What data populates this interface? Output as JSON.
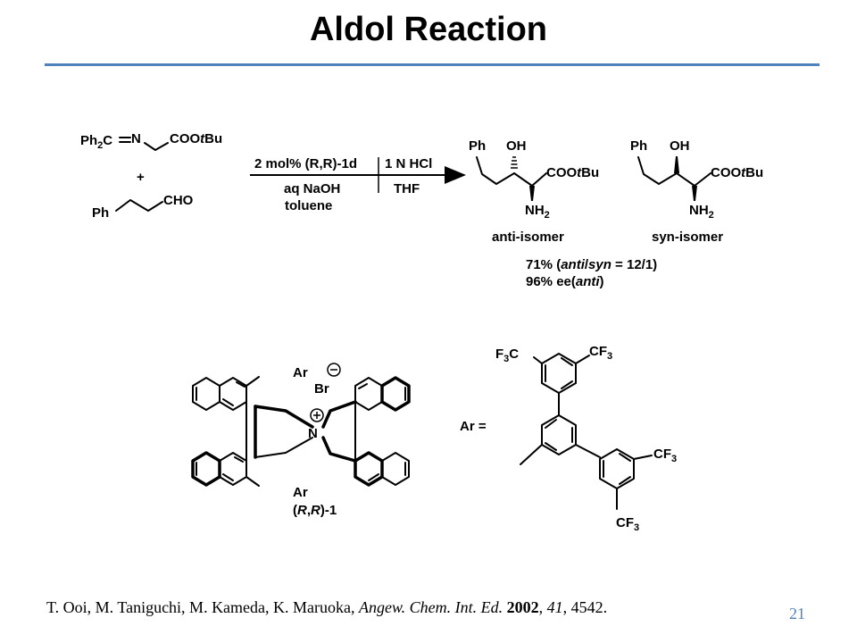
{
  "slide": {
    "title": "Aldol Reaction",
    "accent_color": "#4f81bd",
    "page_number": "21"
  },
  "citation": {
    "authors": "T. Ooi, M. Taniguchi, M. Kameda, K. Maruoka, ",
    "journal": "Angew. Chem. Int. Ed.",
    "year": "2002",
    "volume": "41",
    "pages": "4542."
  },
  "scheme": {
    "reactant1_ph2": "Ph",
    "reactant1_c": "C",
    "reactant1_n": "N",
    "reactant1_ester": "COO",
    "tbu_t": "t",
    "tbu_bu": "Bu",
    "plus": "+",
    "reactant2_ph": "Ph",
    "reactant2_cho": "CHO",
    "cond1_above": "2 mol% (R,R)-1d",
    "cond1_below_1": "aq NaOH",
    "cond1_below_2": "toluene",
    "cond2_above": "1 N HCl",
    "cond2_below": "THF",
    "ph": "Ph",
    "oh": "OH",
    "nh2": "NH",
    "anti_label": "anti-isomer",
    "syn_label": "syn-isomer",
    "yield_prefix": "71% (",
    "yield_anti": "anti",
    "yield_slash": "/",
    "yield_syn": "syn",
    "yield_ratio": " = 12/1)",
    "ee_text": "96% ee(",
    "ee_anti": "anti",
    "ee_close": ")"
  },
  "catalyst": {
    "ar": "Ar",
    "br": "Br",
    "n": "N",
    "name_open": "(",
    "name_r1": "R",
    "name_comma": ",",
    "name_r2": "R",
    "name_close": ")-1",
    "ar_equals": "Ar =",
    "cf3": "CF",
    "f3c": "F",
    "sub_2": "2",
    "sub_3": "3"
  }
}
